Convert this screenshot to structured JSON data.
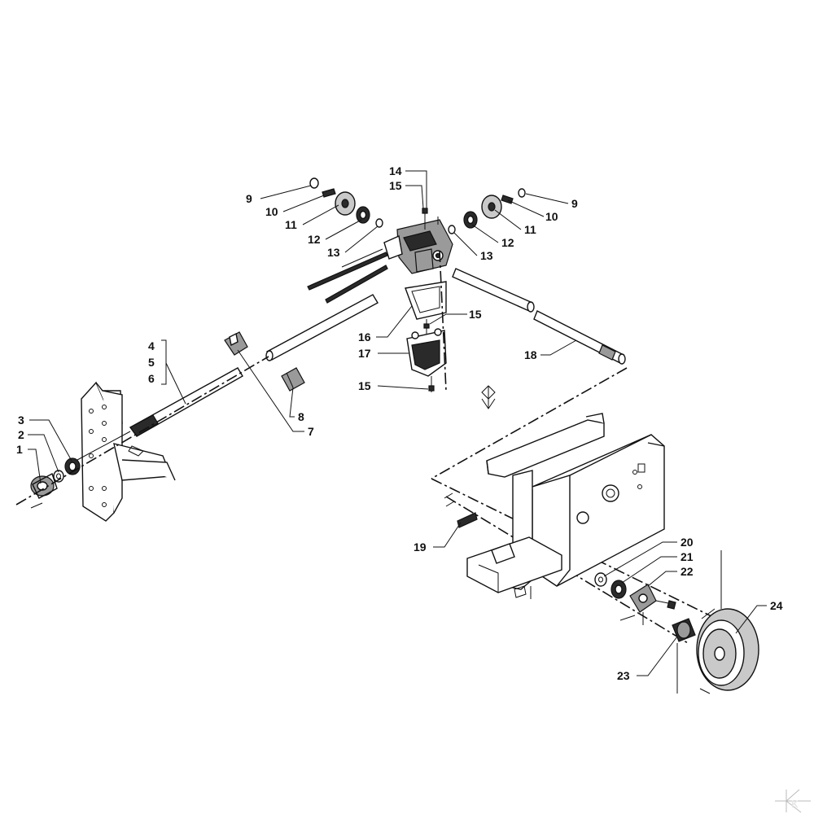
{
  "diagram": {
    "labels": {
      "l1": "1",
      "l2": "2",
      "l3": "3",
      "l4": "4",
      "l5": "5",
      "l6": "6",
      "l7": "7",
      "l8": "8",
      "l9a": "9",
      "l9b": "9",
      "l10a": "10",
      "l10b": "10",
      "l11a": "11",
      "l11b": "11",
      "l12a": "12",
      "l12b": "12",
      "l13a": "13",
      "l13b": "13",
      "l14": "14",
      "l15a": "15",
      "l15b": "15",
      "l15c": "15",
      "l16": "16",
      "l17": "17",
      "l18": "18",
      "l19": "19",
      "l20": "20",
      "l21": "21",
      "l22": "22",
      "l23": "23",
      "l24": "24"
    },
    "logo": "K"
  },
  "colors": {
    "ink": "#111111",
    "paper": "#ffffff",
    "shade": "#9a9a9a"
  },
  "icons": {
    "corner_logo": "k-logo-icon",
    "orientation_mark": "orientation-arrow-icon"
  }
}
